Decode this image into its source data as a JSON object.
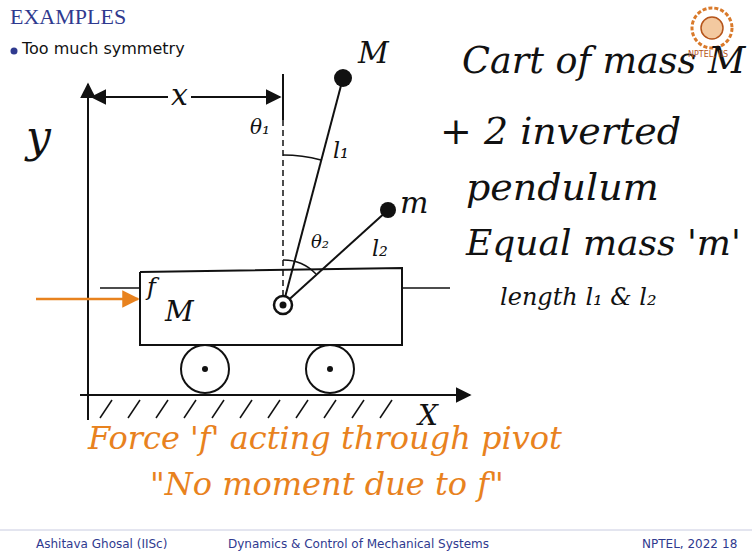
{
  "diagram": {
    "title": "EXAMPLES",
    "nodes": [
      {
        "text": [
          "M"
        ]
      }
    ],
    "labels": [
      "Too much symmetry",
      "M",
      "m",
      "y",
      "x",
      "θ₁",
      "l₁",
      "θ₂",
      "l₂",
      "f",
      "X",
      "Cart of mass M",
      "+ 2 inverted",
      "pendulum",
      "Equal mass 'm'",
      "length l₁ & l₂",
      "Force 'f' acting through pivot",
      "\"No moment due to f\"",
      "Ashitava Ghosal (IISc)",
      "Dynamics & Control of Mechanical Systems",
      "NPTEL, 2022",
      "18",
      "NPTEL, IIS"
    ]
  }
}
